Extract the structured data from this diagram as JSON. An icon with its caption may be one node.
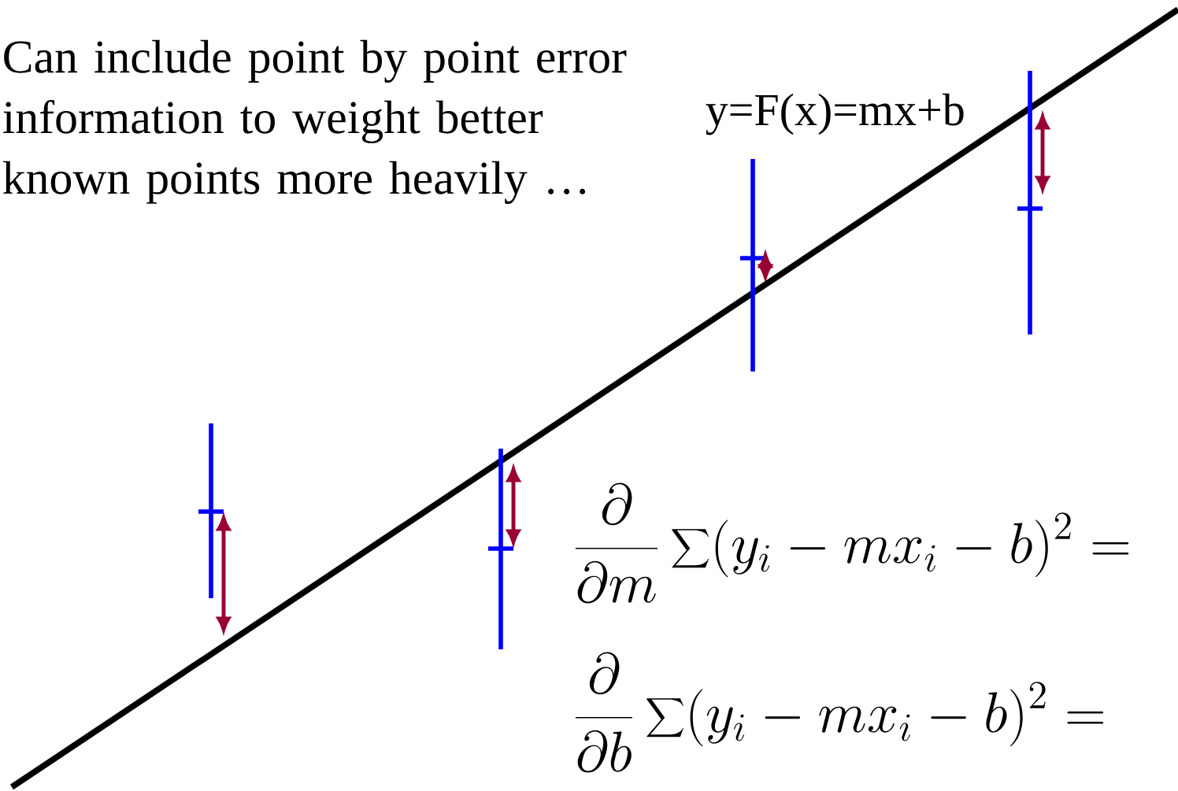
{
  "diagram": {
    "labels": [
      "Can include point by point error information to weight better known points more heavily …",
      "y=F(x)=mx+b",
      "\\frac{\\partial}{\\partial m}\\sum (y_i - m x_i - b)^2 =",
      "\\frac{\\partial}{\\partial b}\\sum (y_i - m x_i - b)^2 ="
    ]
  }
}
